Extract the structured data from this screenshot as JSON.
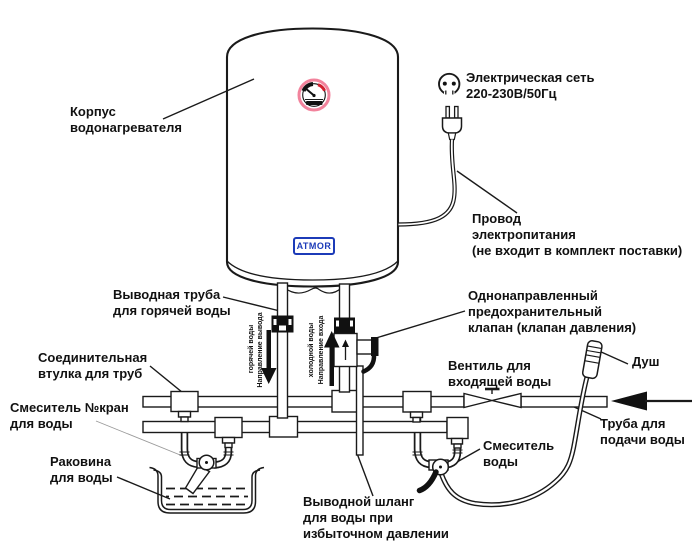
{
  "labels": {
    "heater_body": "Корпус\nводонагревателя",
    "power_network": "Электрическая сеть\n220-230В/50Гц",
    "power_cord": "Провод\nэлектропитания\n(не входит в комплект поставки)",
    "hot_outlet_pipe": "Выводная труба\nдля горячей воды",
    "check_valve": "Однонаправленный\nпредохранительный\nклапан (клапан давления)",
    "pipe_sleeve": "Соединительная\nвтулка для труб",
    "mixer_tap": "Смеситель №кран\nдля воды",
    "inlet_valve": "Вентиль для\nвходящей воды",
    "shower": "Душ",
    "sink": "Раковина\nдля воды",
    "supply_pipe": "Труба для\nподачи воды",
    "water_mixer": "Смеситель\nводы",
    "relief_hose": "Выводной шланг\nдля воды при\nизбыточном давлении"
  },
  "flow_labels": {
    "hot_water": "горячей воды",
    "hot_direction": "Направление вывода",
    "cold_water": "холодной воды",
    "cold_direction": "Направление входа"
  },
  "brand": {
    "atmor": "ATMOR"
  },
  "colors": {
    "line": "#1a1a1a",
    "brand_blue": "#1c3bb8",
    "gauge_ring": "#f2839c",
    "gauge_red": "#d21f2e",
    "leader_gray": "#9a9a9a"
  }
}
